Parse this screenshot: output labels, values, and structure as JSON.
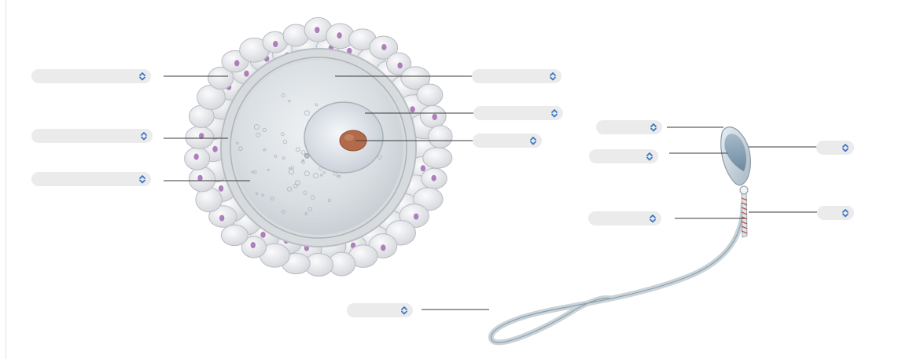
{
  "diagram": {
    "dropdowns": [
      {
        "id": "egg-label-1",
        "value": ""
      },
      {
        "id": "egg-label-2",
        "value": ""
      },
      {
        "id": "egg-label-3",
        "value": ""
      },
      {
        "id": "egg-label-4",
        "value": ""
      },
      {
        "id": "egg-label-5",
        "value": ""
      },
      {
        "id": "egg-label-6",
        "value": ""
      },
      {
        "id": "sperm-label-1",
        "value": ""
      },
      {
        "id": "sperm-label-2",
        "value": ""
      },
      {
        "id": "sperm-label-3",
        "value": ""
      },
      {
        "id": "sperm-label-4",
        "value": ""
      },
      {
        "id": "sperm-label-5",
        "value": ""
      },
      {
        "id": "sperm-label-6",
        "value": ""
      }
    ]
  },
  "colors": {
    "dropdown_bg": "#ebebeb",
    "chevron": "#3c77c5",
    "leader_line": "#3a3a3a",
    "nucleus": "#b36a4b",
    "follicle_cell_nucleus": "#a06bb0",
    "zona_pellucida": "#d8dbdd",
    "acrosome": "#7f9cb2"
  },
  "icons": {
    "dropdown_chevron": "up-down-chevron-icon"
  }
}
